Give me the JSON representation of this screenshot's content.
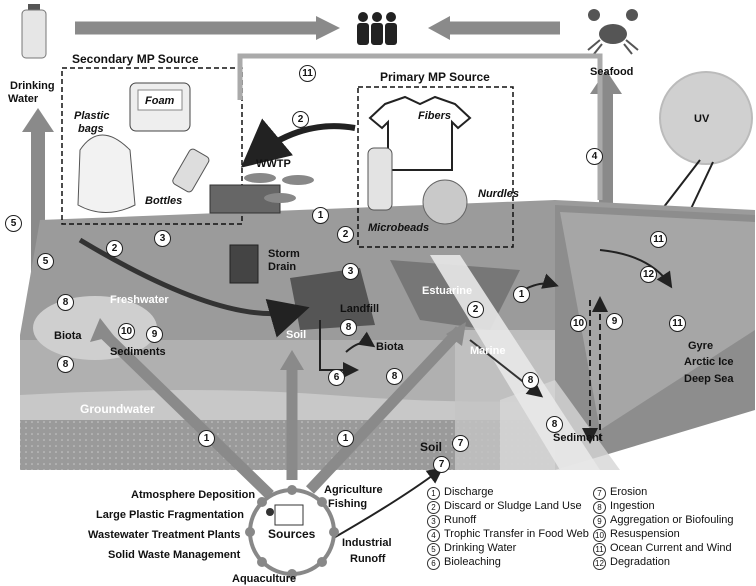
{
  "labels": {
    "drinking_water_1": "Drinking",
    "drinking_water_2": "Water",
    "seafood": "Seafood",
    "uv": "UV",
    "secondary_mp_source": "Secondary MP Source",
    "primary_mp_source": "Primary MP Source",
    "foam": "Foam",
    "plastic": "Plastic",
    "bags": "bags",
    "bottles": "Bottles",
    "fibers": "Fibers",
    "nurdles": "Nurdles",
    "microbeads": "Microbeads",
    "wwtp": "WWTP",
    "storm": "Storm",
    "drain": "Drain",
    "landfill": "Landfill",
    "estuarine": "Estuarine",
    "freshwater": "Freshwater",
    "biota": "Biota",
    "sediments": "Sediments",
    "soil": "Soil",
    "marine": "Marine",
    "gyre": "Gyre",
    "arctic_ice": "Arctic Ice",
    "deep_sea": "Deep Sea",
    "groundwater": "Groundwater",
    "sediment": "Sediment"
  },
  "markers": {
    "m1": "1",
    "m2": "2",
    "m3": "3",
    "m4": "4",
    "m5": "5",
    "m6": "6",
    "m7": "7",
    "m8": "8",
    "m9": "9",
    "m10": "10",
    "m11": "11",
    "m12": "12"
  },
  "sources": {
    "center": "Sources",
    "items": [
      "Atmosphere Deposition",
      "Large Plastic Fragmentation",
      "Wastewater Treatment Plants",
      "Solid Waste Management",
      "Aquaculture",
      "Agriculture",
      "Fishing",
      "Industrial",
      "Runoff"
    ]
  },
  "legend": [
    {
      "n": "1",
      "text": "Discharge"
    },
    {
      "n": "2",
      "text": "Discard or Sludge Land Use"
    },
    {
      "n": "3",
      "text": "Runoff"
    },
    {
      "n": "4",
      "text": "Trophic Transfer in Food Web"
    },
    {
      "n": "5",
      "text": "Drinking Water"
    },
    {
      "n": "6",
      "text": "Bioleaching"
    },
    {
      "n": "7",
      "text": "Erosion"
    },
    {
      "n": "8",
      "text": "Ingestion"
    },
    {
      "n": "9",
      "text": "Aggregation or Biofouling"
    },
    {
      "n": "10",
      "text": "Resuspension"
    },
    {
      "n": "11",
      "text": "Ocean Current and Wind"
    },
    {
      "n": "12",
      "text": "Degradation"
    }
  ]
}
